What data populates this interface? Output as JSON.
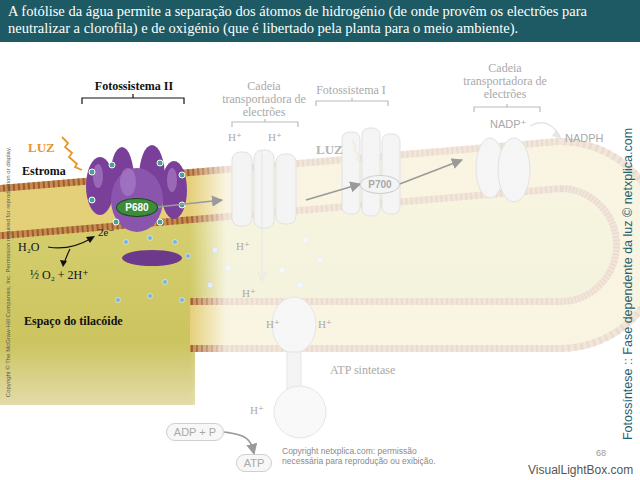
{
  "diagram": {
    "title": "A fotólise da água permite a separação dos átomos de hidrogénio (de onde provêm os electrões para neutralizar a clorofila) e de oxigénio (que é libertado pela planta para o meio ambiente).",
    "nodes": [
      {
        "text": [
          "Fotossistema II"
        ]
      },
      {
        "text": [
          "P680"
        ],
        "in": 0
      },
      {
        "text": [
          "Cadeia transportadora de electrões"
        ]
      },
      {
        "text": [
          "Fotossistema I"
        ]
      },
      {
        "text": [
          "P700"
        ],
        "in": 3
      },
      {
        "text": [
          "Cadeia transportadora de electrões"
        ]
      },
      {
        "text": [
          "ATP sintetase"
        ]
      },
      {
        "text": [
          "ADP + P"
        ]
      },
      {
        "text": [
          "ATP"
        ]
      }
    ],
    "edges": [
      {
        "from": 1,
        "to": 2,
        "arrow": "to"
      },
      {
        "from": 2,
        "to": 4,
        "arrow": "to"
      },
      {
        "from": 4,
        "to": 5,
        "arrow": "to"
      },
      {
        "from": 7,
        "to": 8,
        "arrow": "to"
      }
    ],
    "labels": [
      "LUZ",
      "Estroma",
      "H₂O",
      "2e⁻",
      "½ O₂ + 2H⁺",
      "Espaço do tilacóide",
      "H⁺",
      "H⁺",
      "H⁺",
      "H⁺",
      "H⁺",
      "H⁺",
      "H⁺",
      "LUZ",
      "NADP⁺",
      "NADPH",
      "Copyright © The McGraw-Hill Companies, Inc. Permission required for reproduction or display.",
      "Fotossíntese :: Fase dependente da luz © netxplica.com",
      "Copyright netxplica.com: permissão necessária para reprodução ou exibição.",
      "68",
      "VisualLightBox.com"
    ]
  }
}
